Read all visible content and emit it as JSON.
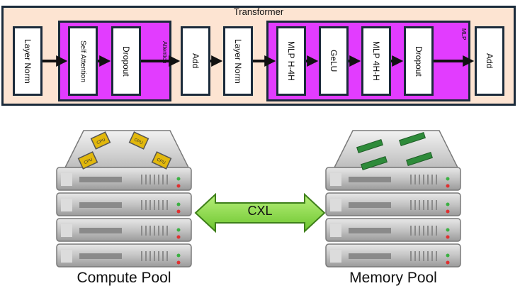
{
  "transformer": {
    "title": "Transformer",
    "blocks": [
      {
        "label": "Layer Norm"
      },
      {
        "label": "Self Attention"
      },
      {
        "label": "Dropout"
      },
      {
        "label": "Add"
      },
      {
        "label": "Layer Norm"
      },
      {
        "label": "MLP H-4H"
      },
      {
        "label": "GeLU"
      },
      {
        "label": "MLP 4H-H"
      },
      {
        "label": "Dropout"
      },
      {
        "label": "Add"
      }
    ],
    "groups": {
      "attention": "Attention",
      "mlp": "MLP"
    }
  },
  "bottom": {
    "compute_pool": "Compute Pool",
    "memory_pool": "Memory Pool",
    "link_label": "CXL",
    "chip_label": "CPU"
  },
  "colors": {
    "transformer_bg": "#fde4d2",
    "group_fill": "#e23cff",
    "border": "#1b2b3b",
    "cxl_arrow": "#8ee04a",
    "server_body": "#c9c9c9"
  }
}
